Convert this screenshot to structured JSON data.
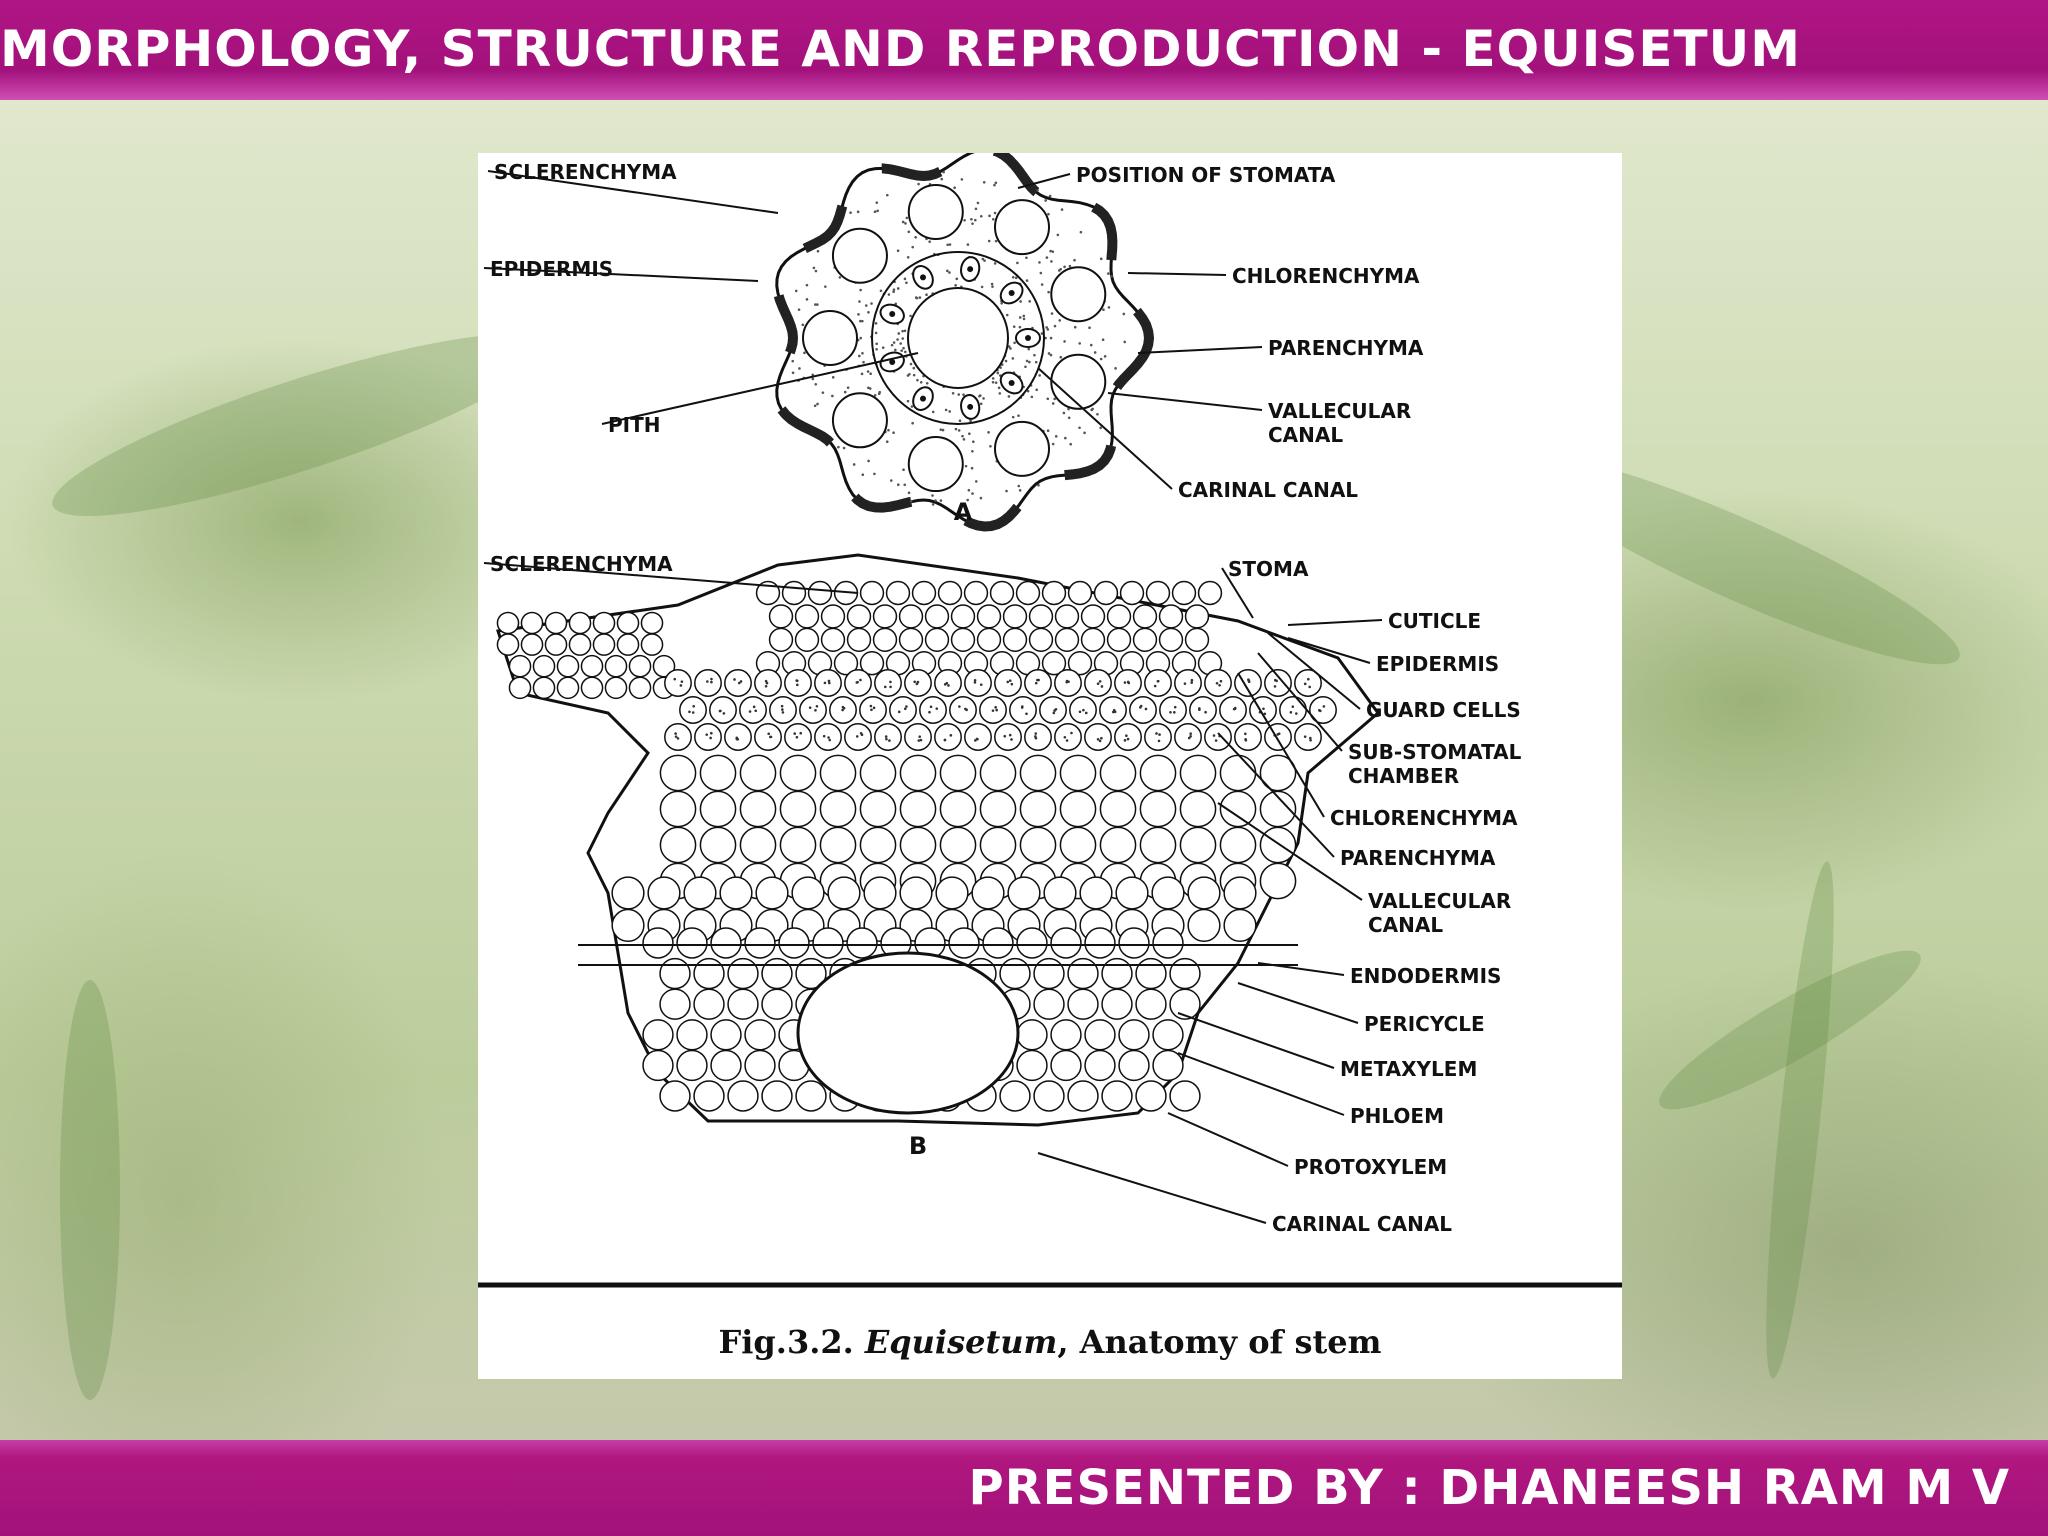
{
  "header": {
    "title": "MORPHOLOGY, STRUCTURE AND REPRODUCTION - EQUISETUM"
  },
  "footer": {
    "presenter": "PRESENTED BY : DHANEESH RAM M V"
  },
  "colors": {
    "banner": "#a3117b",
    "banner_light": "#cf4fb4",
    "text_on_banner": "#ffffff"
  },
  "figure": {
    "section_a_letter": "A",
    "section_b_letter": "B",
    "caption_prefix": "Fig.3.2.",
    "caption_species": "Equisetum",
    "caption_suffix": ", Anatomy of stem",
    "labels_a": [
      {
        "key": "sclerenchyma",
        "lines": [
          "SCLERENCHYMA"
        ]
      },
      {
        "key": "epidermis",
        "lines": [
          "EPIDERMIS"
        ]
      },
      {
        "key": "pith",
        "lines": [
          "PITH"
        ]
      },
      {
        "key": "position-of-stomata",
        "lines": [
          "POSITION OF STOMATA"
        ]
      },
      {
        "key": "chlorenchyma",
        "lines": [
          "CHLORENCHYMA"
        ]
      },
      {
        "key": "parenchyma",
        "lines": [
          "PARENCHYMA"
        ]
      },
      {
        "key": "vallecular-canal",
        "lines": [
          "VALLECULAR",
          "CANAL"
        ]
      },
      {
        "key": "carinal-canal",
        "lines": [
          "CARINAL CANAL"
        ]
      }
    ],
    "labels_b": [
      {
        "key": "sclerenchyma",
        "lines": [
          "SCLERENCHYMA"
        ]
      },
      {
        "key": "stoma",
        "lines": [
          "STOMA"
        ]
      },
      {
        "key": "cuticle",
        "lines": [
          "CUTICLE"
        ]
      },
      {
        "key": "epidermis",
        "lines": [
          "EPIDERMIS"
        ]
      },
      {
        "key": "guard-cells",
        "lines": [
          "GUARD CELLS"
        ]
      },
      {
        "key": "sub-stomatal-chamber",
        "lines": [
          "SUB-STOMATAL",
          "CHAMBER"
        ]
      },
      {
        "key": "chlorenchyma",
        "lines": [
          "CHLORENCHYMA"
        ]
      },
      {
        "key": "parenchyma",
        "lines": [
          "PARENCHYMA"
        ]
      },
      {
        "key": "vallecular-canal",
        "lines": [
          "VALLECULAR",
          "CANAL"
        ]
      },
      {
        "key": "endodermis",
        "lines": [
          "ENDODERMIS"
        ]
      },
      {
        "key": "pericycle",
        "lines": [
          "PERICYCLE"
        ]
      },
      {
        "key": "metaxylem",
        "lines": [
          "METAXYLEM"
        ]
      },
      {
        "key": "phloem",
        "lines": [
          "PHLOEM"
        ]
      },
      {
        "key": "protoxylem",
        "lines": [
          "PROTOXYLEM"
        ]
      },
      {
        "key": "carinal-canal",
        "lines": [
          "CARINAL CANAL"
        ]
      }
    ]
  }
}
